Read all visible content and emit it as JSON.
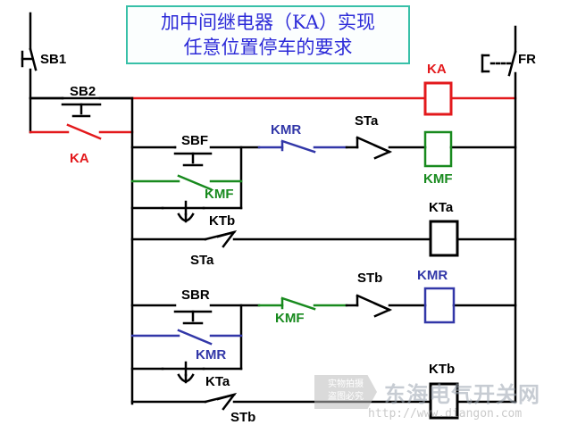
{
  "title": {
    "line1": "加中间继电器（KA）实现",
    "line2": "任意位置停车的要求"
  },
  "labels": {
    "sb1": "SB1",
    "sb2": "SB2",
    "ka_contact": "KA",
    "ka_coil": "KA",
    "fr": "FR",
    "sbf": "SBF",
    "kmr_nc_top": "KMR",
    "sta_top": "STa",
    "kmf_coil": "KMF",
    "kmf_hold": "KMF",
    "ktb_contact": "KTb",
    "kta_coil": "KTa",
    "sta_mid": "STa",
    "sbr": "SBR",
    "kmf_nc": "KMF",
    "stb_top": "STb",
    "kmr_coil": "KMR",
    "kmr_hold": "KMR",
    "kta_contact": "KTa",
    "ktb_coil": "KTb",
    "stb_bottom": "STb"
  },
  "colors": {
    "black": "#000000",
    "red": "#e3191c",
    "blue": "#3237a8",
    "green": "#188a1e",
    "title_text": "#2d2bd8",
    "title_border": "#38c0a8"
  },
  "watermark": {
    "badge_line1": "实物拍摄",
    "badge_line2": "盗图必究",
    "brand": "东海电气开关网",
    "url": "http://www.diangon.com"
  }
}
